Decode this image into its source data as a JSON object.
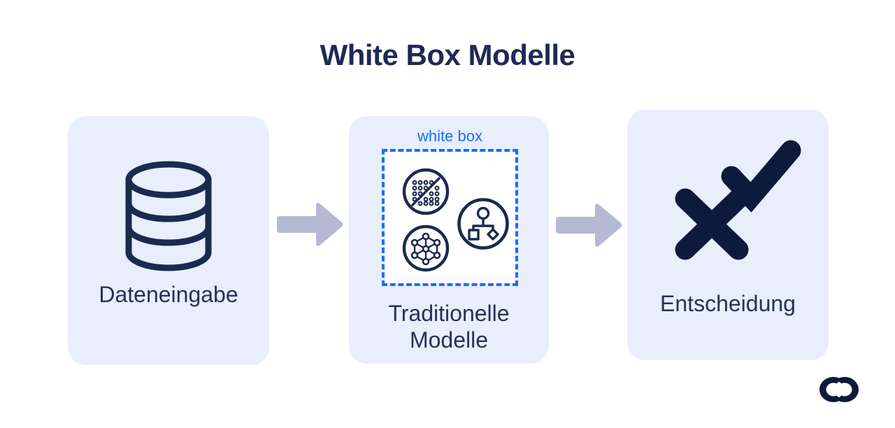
{
  "title": "White Box Modelle",
  "theme": {
    "background": "#ffffff",
    "title_color": "#1e2a55",
    "card_bg": "#e8eefc",
    "card_label_color": "#253256",
    "icon_navy": "#1b2a4e",
    "accent_blue": "#1a6efa",
    "arrow_color": "#b5b9d4",
    "whitebox_fill": "#ffffff",
    "logo_color": "#0e1a3c"
  },
  "flow": {
    "cards": [
      {
        "id": "dateneingabe",
        "label": "Dateneingabe",
        "icon": "database-icon"
      },
      {
        "id": "traditionelle-modelle",
        "label": "Traditionelle\nModelle",
        "label_line1": "Traditionelle",
        "label_line2": "Modelle",
        "whitebox_caption": "white box",
        "icons": [
          "regression-scatter-icon",
          "network-graph-icon",
          "decision-tree-icon"
        ]
      },
      {
        "id": "entscheidung",
        "label": "Entscheidung",
        "icons": [
          "cross-mark-icon",
          "check-mark-icon"
        ]
      }
    ],
    "arrows": [
      {
        "id": "arrow-1",
        "icon": "arrow-right-icon"
      },
      {
        "id": "arrow-2",
        "icon": "arrow-right-icon"
      }
    ]
  },
  "logo": {
    "name": "brand-logo-icon"
  }
}
